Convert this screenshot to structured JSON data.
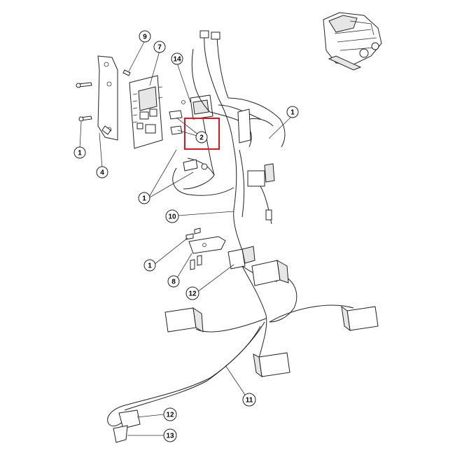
{
  "callouts": {
    "c1a": "1",
    "c1b": "1",
    "c1c": "1",
    "c1d": "1",
    "c2": "2",
    "c4": "4",
    "c7": "7",
    "c8": "8",
    "c9": "9",
    "c10": "10",
    "c11": "11",
    "c12a": "12",
    "c12b": "12",
    "c13": "13",
    "c14": "14"
  },
  "highlight_color": "#e0141e"
}
